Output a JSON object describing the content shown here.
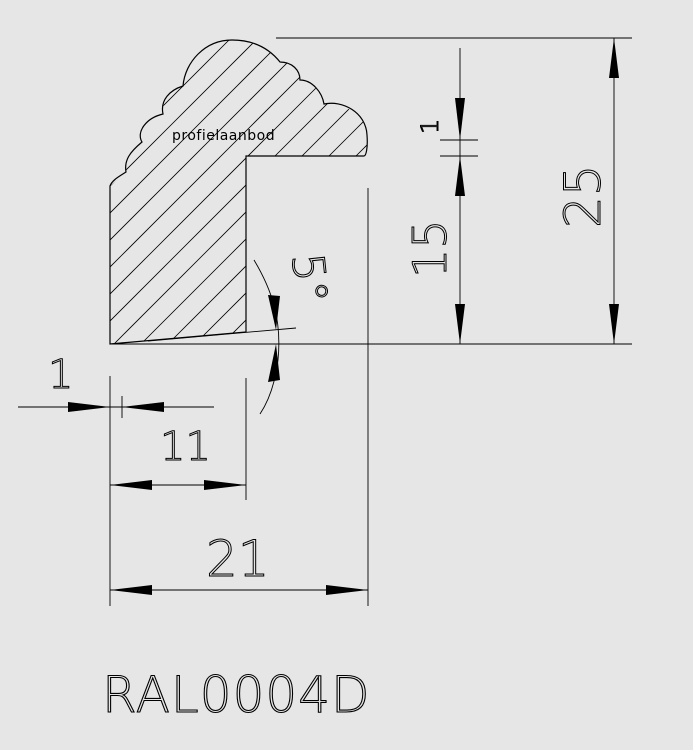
{
  "drawing": {
    "brand_label": "profielaanbod",
    "product_code": "RAL0004D",
    "dimensions": {
      "overall_height": "25",
      "rebate_depth": "15",
      "lip": "1",
      "overall_width": "21",
      "rebate_width": "11",
      "bottom_offset": "1",
      "angle": "5°"
    }
  }
}
